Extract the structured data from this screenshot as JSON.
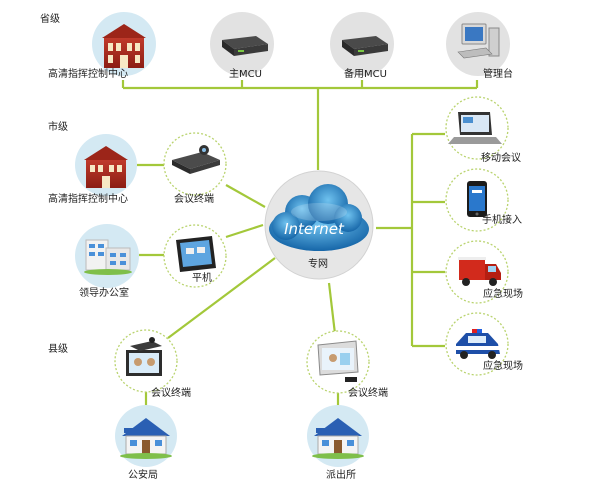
{
  "levels": {
    "province": "省级",
    "city": "市级",
    "county": "县级"
  },
  "colors": {
    "line": "#a3c83a",
    "node_fill": "#d4e9f3",
    "dashed": "#b9d36e",
    "cloud": "#1f7fc0"
  },
  "center": {
    "cloud_text": "Internet",
    "label": "专网"
  },
  "nodes": {
    "hq_province": {
      "label": "高清指挥控制中心",
      "icon": "building-icon"
    },
    "main_mcu": {
      "label": "主MCU",
      "icon": "mcu-server-icon"
    },
    "backup_mcu": {
      "label": "备用MCU",
      "icon": "mcu-server-icon"
    },
    "admin": {
      "label": "管理台",
      "icon": "desktop-computer-icon"
    },
    "hq_city": {
      "label": "高清指挥控制中心",
      "icon": "building-icon"
    },
    "terminal_city": {
      "label": "会议终端",
      "icon": "video-terminal-icon"
    },
    "leader_office": {
      "label": "领导办公室",
      "icon": "office-building-icon"
    },
    "tablet": {
      "label": "平机",
      "icon": "tablet-icon"
    },
    "mobile_meeting": {
      "label": "移动会议",
      "icon": "laptop-icon"
    },
    "phone_access": {
      "label": "手机接入",
      "icon": "smartphone-icon"
    },
    "emergency_truck": {
      "label": "应急现场",
      "icon": "fire-truck-icon"
    },
    "emergency_police": {
      "label": "应急现场",
      "icon": "police-car-icon"
    },
    "terminal_county_1": {
      "label": "会议终端",
      "icon": "video-terminal-icon"
    },
    "terminal_county_2": {
      "label": "会议终端",
      "icon": "video-terminal-icon"
    },
    "public_security": {
      "label": "公安局",
      "icon": "police-station-icon"
    },
    "police_station": {
      "label": "派出所",
      "icon": "police-station-icon"
    }
  }
}
